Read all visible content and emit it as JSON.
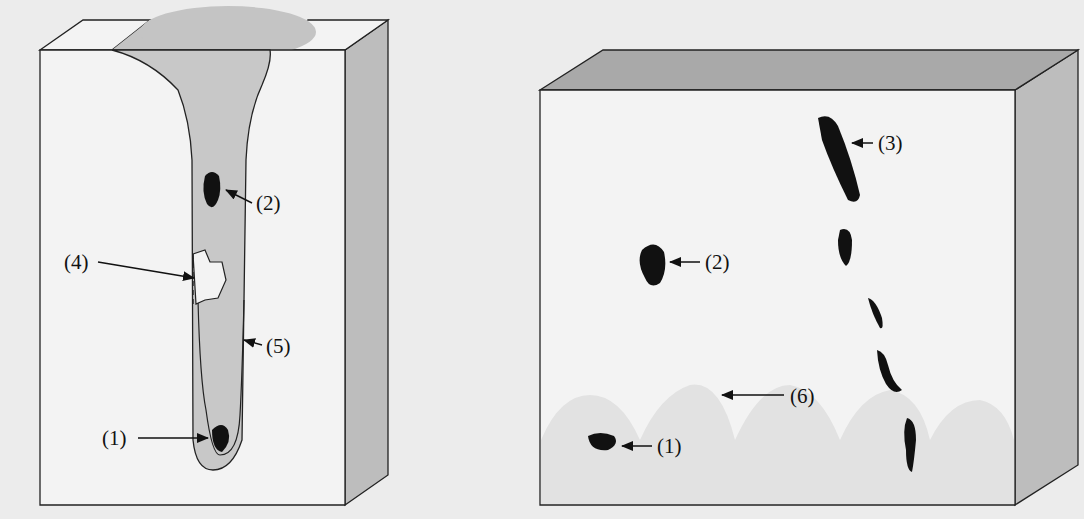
{
  "diagram": {
    "labels": [
      "(2)",
      "(4)",
      "(5)",
      "(1)",
      "(3)",
      "(2)",
      "(6)",
      "(1)"
    ]
  }
}
